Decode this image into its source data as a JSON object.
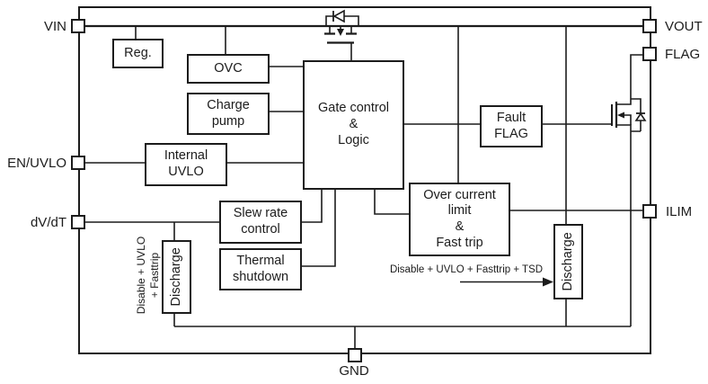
{
  "figure": {
    "type": "ic-functional-block-diagram",
    "colors": {
      "line": "#1c1c1c",
      "background": "#ffffff",
      "block_fill": "#ffffff"
    },
    "pins": {
      "vin": "VIN",
      "vout": "VOUT",
      "flag": "FLAG",
      "en_uvlo": "EN/UVLO",
      "dvdt": "dV/dT",
      "ilim": "ILIM",
      "gnd": "GND"
    },
    "blocks": {
      "reg": "Reg.",
      "ovc": "OVC",
      "charge_pump": "Charge\npump",
      "gate_control": "Gate control\n&\nLogic",
      "internal_uvlo": "Internal\nUVLO",
      "slew_rate": "Slew rate\ncontrol",
      "thermal_shutdown": "Thermal\nshutdown",
      "fault_flag": "Fault\nFLAG",
      "over_current": "Over current\nlimit\n&\nFast trip",
      "discharge_left": "Discharge",
      "discharge_right": "Discharge"
    },
    "annotations": {
      "discharge_left_signals": "Disable + UVLO\n+ Fasttrip",
      "discharge_right_signals": "Disable + UVLO + Fasttrip + TSD"
    }
  }
}
